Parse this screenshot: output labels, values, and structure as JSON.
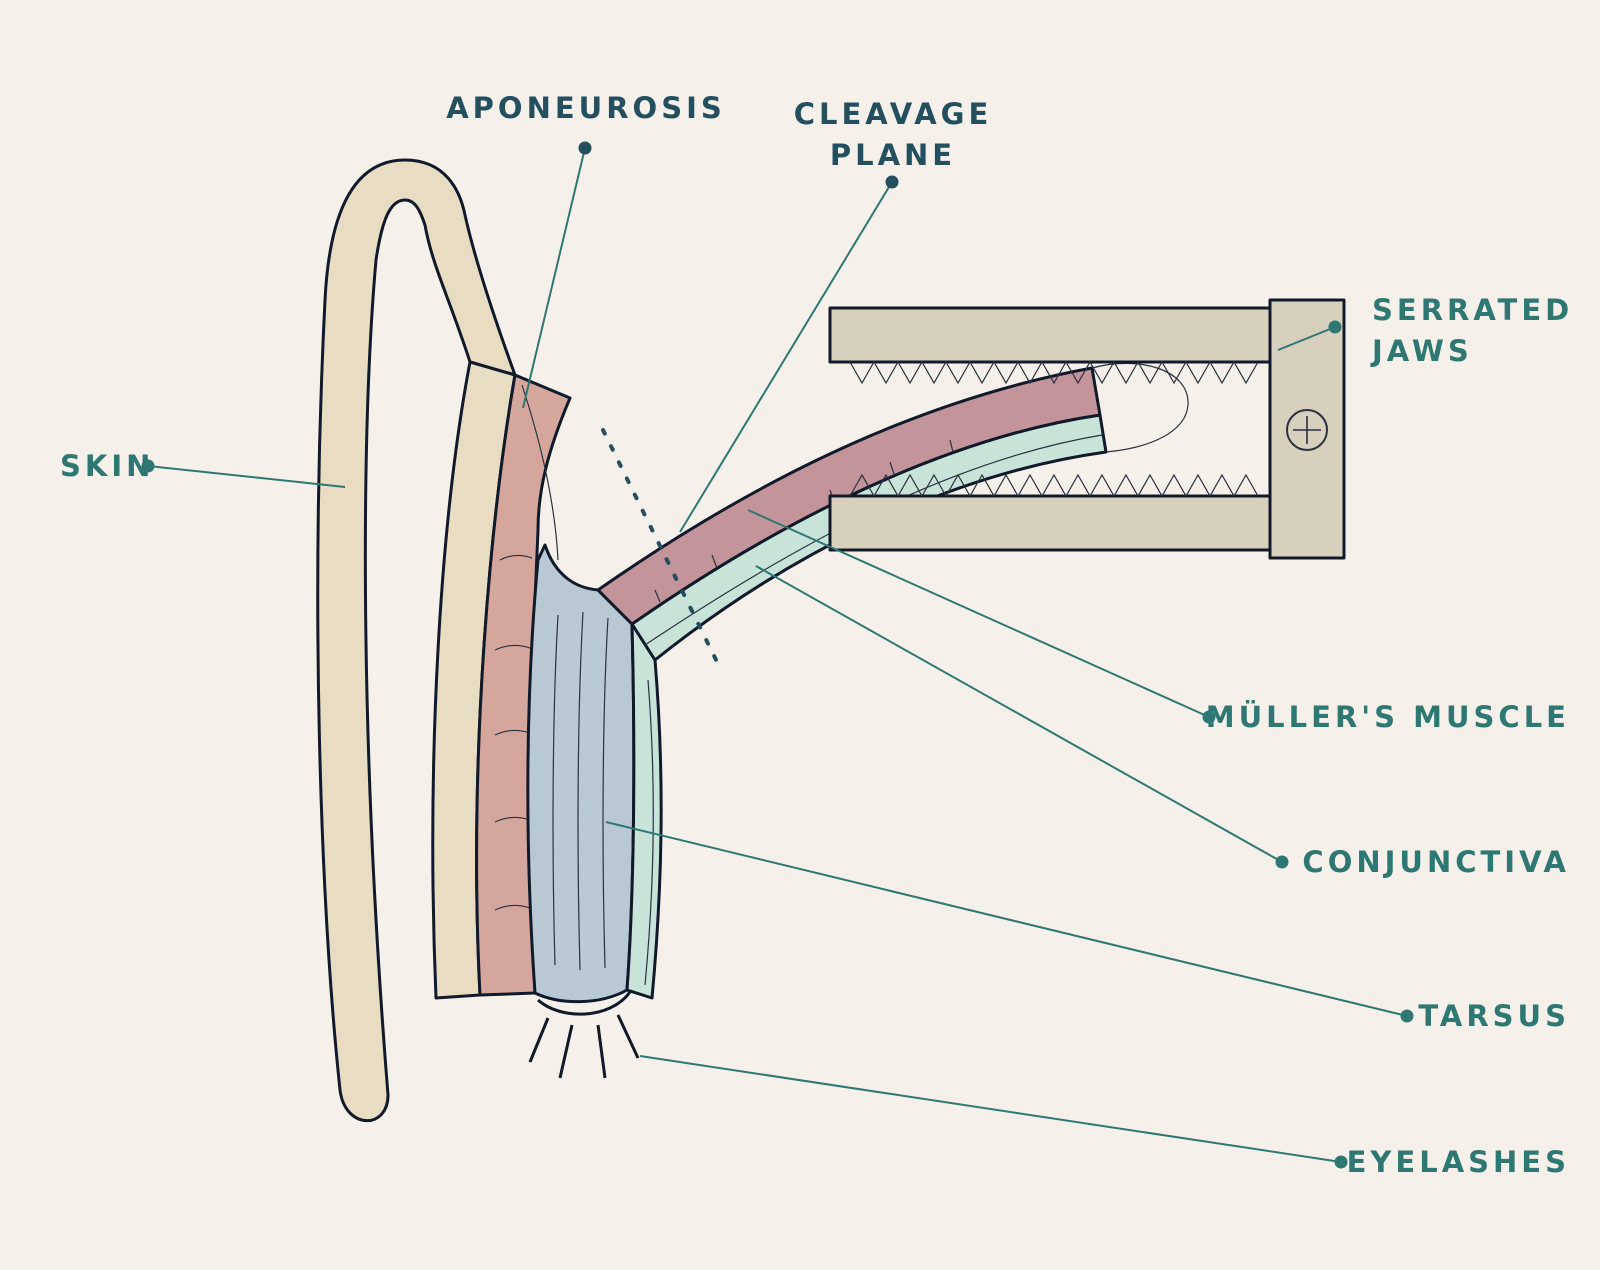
{
  "labels": {
    "aponeurosis": "APONEUROSIS",
    "cleavage_line1": "CLEAVAGE",
    "cleavage_line2": "PLANE",
    "serrated_line1": "SERRATED",
    "serrated_line2": "JAWS",
    "skin": "SKIN",
    "muller": "MÜLLER'S MUSCLE",
    "conjunctiva": "CONJUNCTIVA",
    "tarsus": "TARSUS",
    "eyelashes": "EYELASHES"
  },
  "colors": {
    "background": "#f5f1ea",
    "skin": "#e8dcc3",
    "orbicularis": "#d5a79c",
    "muller_muscle": "#c4949b",
    "tarsus": "#b9c9d4",
    "conjunctiva": "#c8e3d8",
    "clamp": "#d6d0bd",
    "outline": "#111a2b",
    "leader": "#2e7772",
    "label_dark": "#234f5e"
  },
  "icons": {
    "pivot": "pivot-screw-icon"
  }
}
